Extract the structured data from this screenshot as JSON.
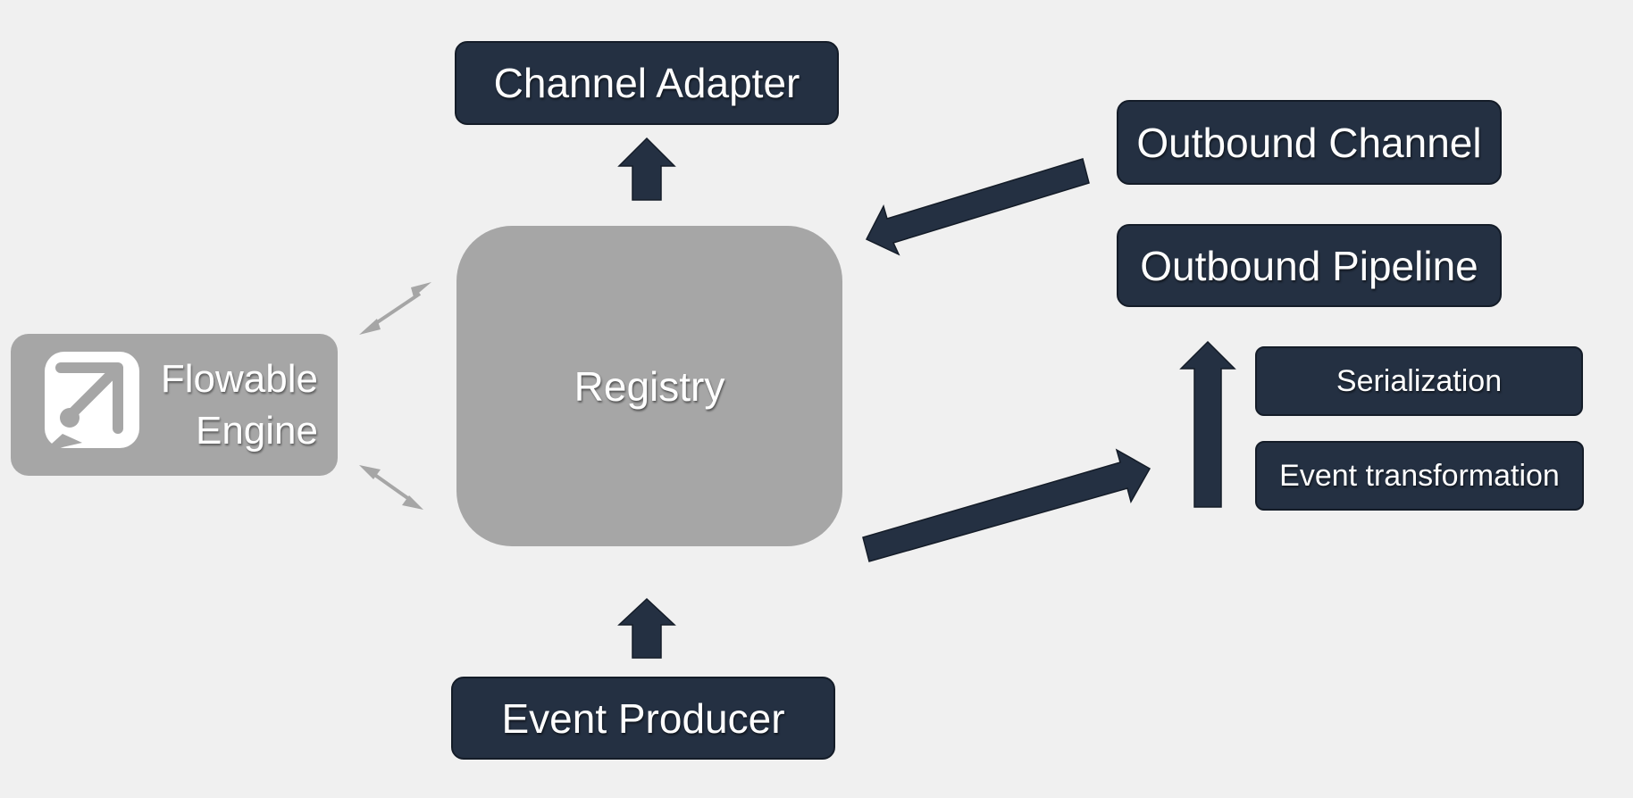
{
  "diagram": {
    "registry_label": "Registry",
    "flowable_engine": {
      "line1": "Flowable",
      "line2": "Engine"
    },
    "boxes": {
      "channel_adapter": "Channel Adapter",
      "outbound_channel": "Outbound Channel",
      "outbound_pipeline": "Outbound Pipeline",
      "serialization": "Serialization",
      "event_transformation": "Event transformation",
      "event_producer": "Event Producer"
    },
    "colors": {
      "background": "#f0f0f0",
      "dark_box": "#243042",
      "gray_box": "#a6a6a6",
      "light_arrow": "#a6a6a6"
    },
    "icons": {
      "flowable_logo": "flowable-logo-icon"
    }
  }
}
